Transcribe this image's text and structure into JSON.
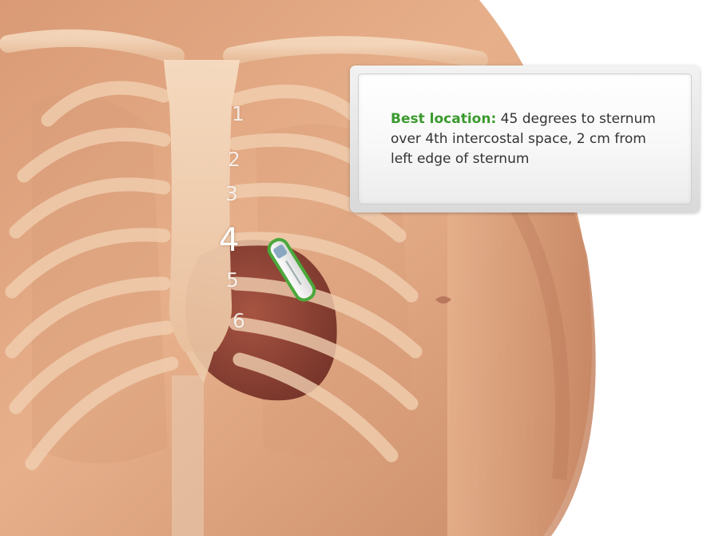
{
  "rib_numbers": [
    {
      "label": "1",
      "highlighted": false
    },
    {
      "label": "2",
      "highlighted": false
    },
    {
      "label": "3",
      "highlighted": false
    },
    {
      "label": "4",
      "highlighted": true
    },
    {
      "label": "5",
      "highlighted": false
    },
    {
      "label": "6",
      "highlighted": false
    }
  ],
  "callout": {
    "label": "Best location:",
    "text": " 45 degrees to sternum over 4th intercostal space, 2 cm from left edge of sternum",
    "label_color": "#3a9a2e"
  },
  "colors": {
    "skin": "#e8b48f",
    "bone": "#f3d2b4",
    "heart": "#8e3b2f",
    "device_outline": "#4aa83a"
  }
}
